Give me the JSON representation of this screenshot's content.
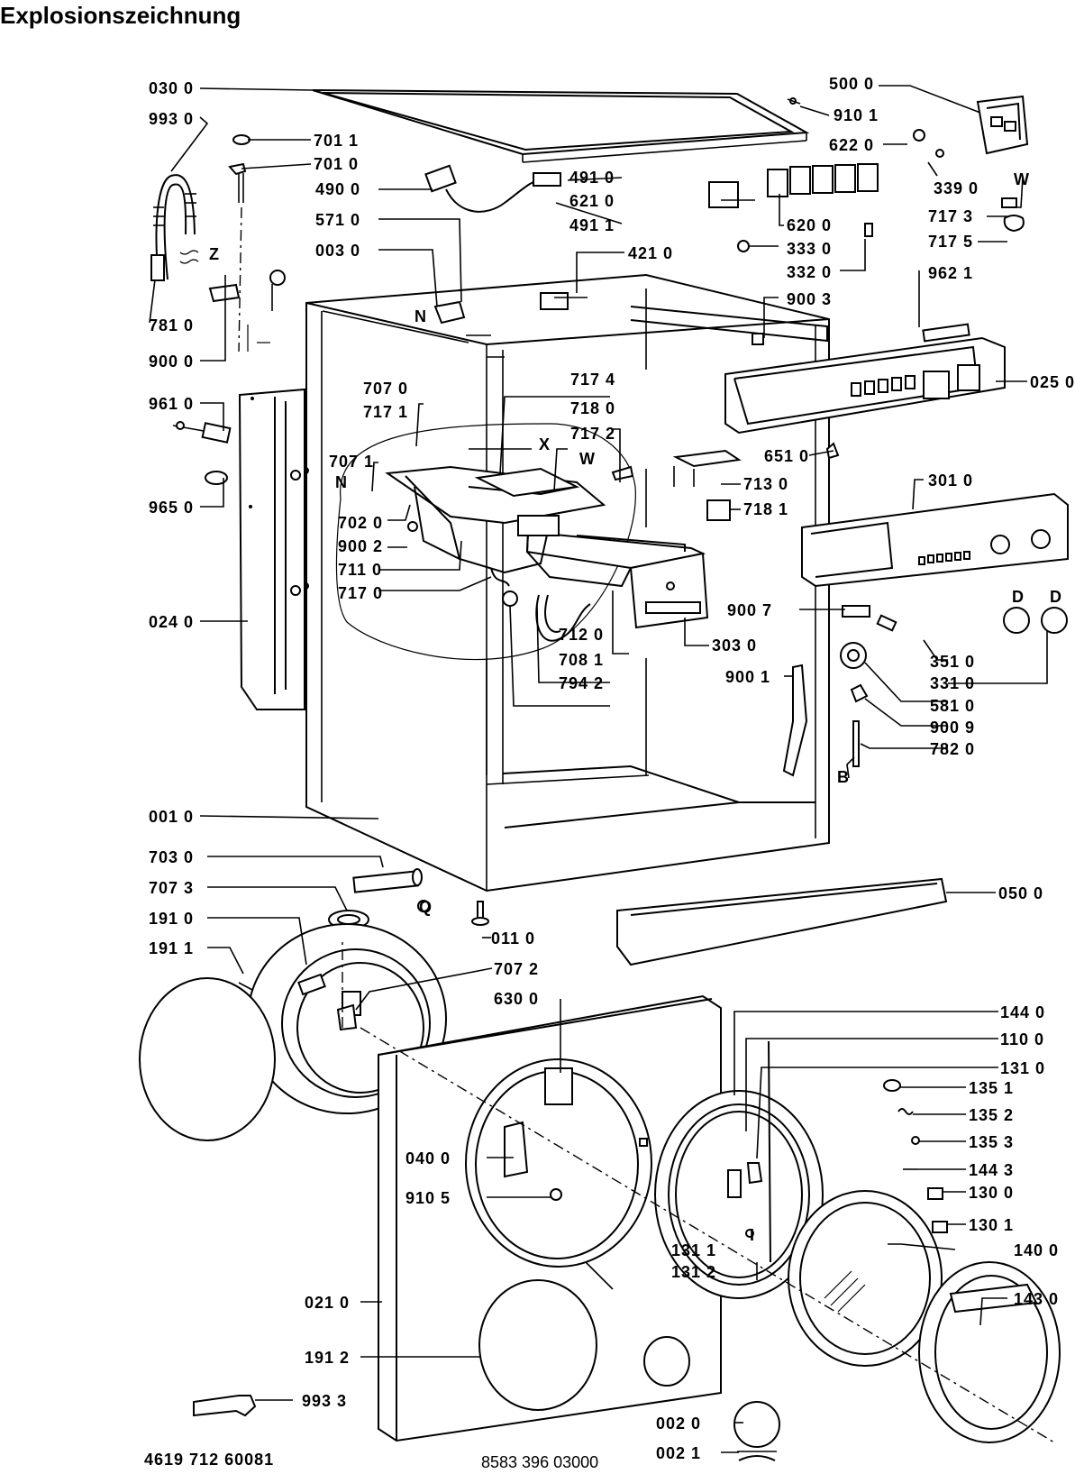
{
  "title": "Explosionszeichnung",
  "labels": {
    "l030": "030 0",
    "l993_0": "993 0",
    "l701_1": "701 1",
    "l701_0": "701 0",
    "l490": "490 0",
    "l571": "571 0",
    "l003": "003 0",
    "l491_0": "491 0",
    "l621": "621 0",
    "l491_1": "491 1",
    "l421": "421 0",
    "l500": "500 0",
    "l910_1": "910 1",
    "l622": "622 0",
    "l339": "339 0",
    "l717_3": "717 3",
    "l717_5": "717 5",
    "l620": "620 0",
    "l333": "333 0",
    "l332": "332 0",
    "l962": "962 1",
    "l900_3": "900 3",
    "l781": "781 0",
    "l900_0": "900 0",
    "l961": "961 0",
    "l965": "965 0",
    "l707_0": "707 0",
    "l717_1": "717 1",
    "l707_1": "707 1",
    "l702": "702 0",
    "l900_2": "900 2",
    "l711": "711 0",
    "l717_0": "717 0",
    "l717_4": "717 4",
    "l718_0": "718 0",
    "l717_2": "717 2",
    "l025": "025 0",
    "l651": "651 0",
    "l713": "713 0",
    "l718_1": "718 1",
    "l301": "301 0",
    "l024": "024 0",
    "l900_7": "900 7",
    "l303": "303 0",
    "l712": "712 0",
    "l708": "708 1",
    "l794": "794 2",
    "l900_1": "900 1",
    "l351": "351 0",
    "l331": "331 0",
    "l581": "581 0",
    "l900_9": "900 9",
    "l782": "782 0",
    "l001": "001 0",
    "l703": "703 0",
    "l707_3": "707 3",
    "l191_0": "191 0",
    "l191_1": "191 1",
    "l011": "011 0",
    "l707_2": "707 2",
    "l630": "630 0",
    "l050": "050 0",
    "l144_0": "144 0",
    "l110": "110 0",
    "l131_0": "131 0",
    "l135_1": "135 1",
    "l135_2": "135 2",
    "l135_3": "135 3",
    "l144_3": "144 3",
    "l130_0": "130 0",
    "l130_1": "130 1",
    "l040": "040 0",
    "l910_5": "910 5",
    "l131_1": "131 1",
    "l131_2": "131 2",
    "l140": "140 0",
    "l143": "143 0",
    "l021": "021 0",
    "l191_2": "191 2",
    "l993_3": "993 3",
    "l002_0": "002 0",
    "l002_1": "002 1"
  },
  "letters": {
    "z": "Z",
    "n1": "N",
    "n2": "N",
    "x": "X",
    "w1": "W",
    "w2": "W",
    "d1": "D",
    "d2": "D",
    "b": "B",
    "q": "Q",
    "i": "I"
  },
  "footer": {
    "left_code": "4619 712 60081",
    "center_code": "8583 396 03000"
  }
}
